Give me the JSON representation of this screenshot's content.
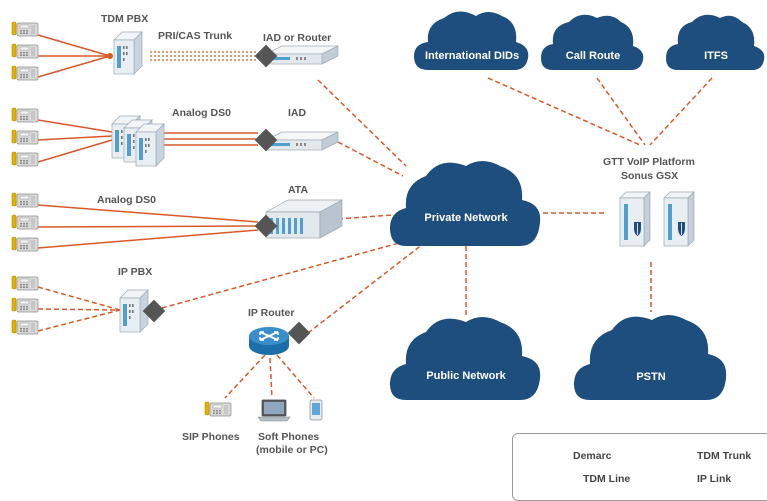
{
  "colors": {
    "link": "#d9582a",
    "cloud": "#1d4e7e",
    "device": "#dfe7ef",
    "demarc": "#555555",
    "text": "#555555",
    "phone": "#e2b100"
  },
  "labels": {
    "tdm_pbx": "TDM PBX",
    "pri_cas_trunk": "PRI/CAS Trunk",
    "iad_or_router": "IAD or Router",
    "analog_ds0_1": "Analog DS0",
    "iad": "IAD",
    "analog_ds0_2": "Analog DS0",
    "ata": "ATA",
    "ip_pbx": "IP PBX",
    "ip_router": "IP Router",
    "sip_phones": "SIP Phones",
    "soft_phones_1": "Soft Phones",
    "soft_phones_2": "(mobile or PC)",
    "gtt_1": "GTT VoIP Platform",
    "gtt_2": "Sonus GSX"
  },
  "clouds": {
    "international_dids": "International DIDs",
    "call_route": "Call Route",
    "itfs": "ITFS",
    "private_network": "Private Network",
    "public_network": "Public Network",
    "pstn": "PSTN"
  },
  "legend": {
    "demarc": "Demarc",
    "tdm_trunk": "TDM Trunk",
    "tdm_line": "TDM Line",
    "ip_link": "IP Link"
  },
  "icons": {
    "phone": "desk-phone-icon",
    "pbx": "pbx-icon",
    "demarc": "demarc-diamond-icon",
    "router": "router-icon",
    "laptop": "laptop-icon",
    "mobile": "mobile-phone-icon",
    "server": "server-icon",
    "shield": "shield-icon"
  }
}
